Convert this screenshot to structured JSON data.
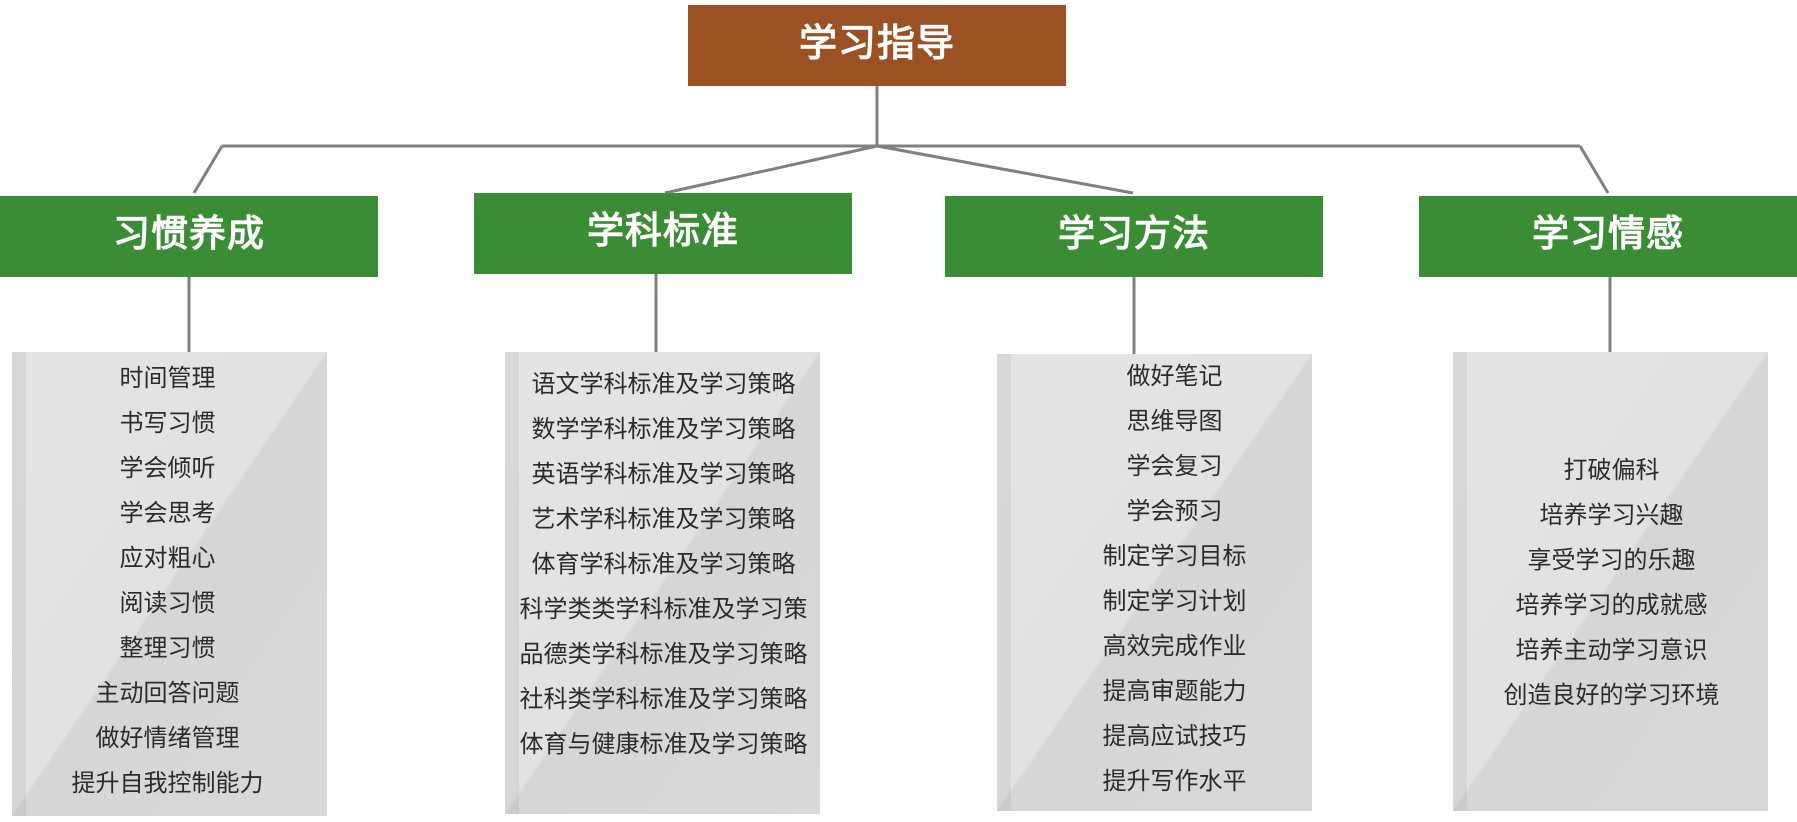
{
  "root": {
    "title": "学习指导"
  },
  "colors": {
    "root": "#9a5224",
    "category": "#3b8d35",
    "panel": "#e0e0e0",
    "connector": "#808080",
    "text": "#2b2b2b"
  },
  "categories": [
    {
      "title": "习惯养成",
      "items": [
        "时间管理",
        "书写习惯",
        "学会倾听",
        "学会思考",
        "应对粗心",
        "阅读习惯",
        "整理习惯",
        "主动回答问题",
        "做好情绪管理",
        "提升自我控制能力"
      ]
    },
    {
      "title": "学科标准",
      "items": [
        "语文学科标准及学习策略",
        "数学学科标准及学习策略",
        "英语学科标准及学习策略",
        "艺术学科标准及学习策略",
        "体育学科标准及学习策略",
        "科学类类学科标准及学习策",
        "品德类学科标准及学习策略",
        "社科类学科标准及学习策略",
        "体育与健康标准及学习策略"
      ]
    },
    {
      "title": "学习方法",
      "items": [
        "做好笔记",
        "思维导图",
        "学会复习",
        "学会预习",
        "制定学习目标",
        "制定学习计划",
        "高效完成作业",
        "提高审题能力",
        "提高应试技巧",
        "提升写作水平"
      ]
    },
    {
      "title": "学习情感",
      "items": [
        "打破偏科",
        "培养学习兴趣",
        "享受学习的乐趣",
        "培养学习的成就感",
        "培养主动学习意识",
        "创造良好的学习环境"
      ]
    }
  ]
}
